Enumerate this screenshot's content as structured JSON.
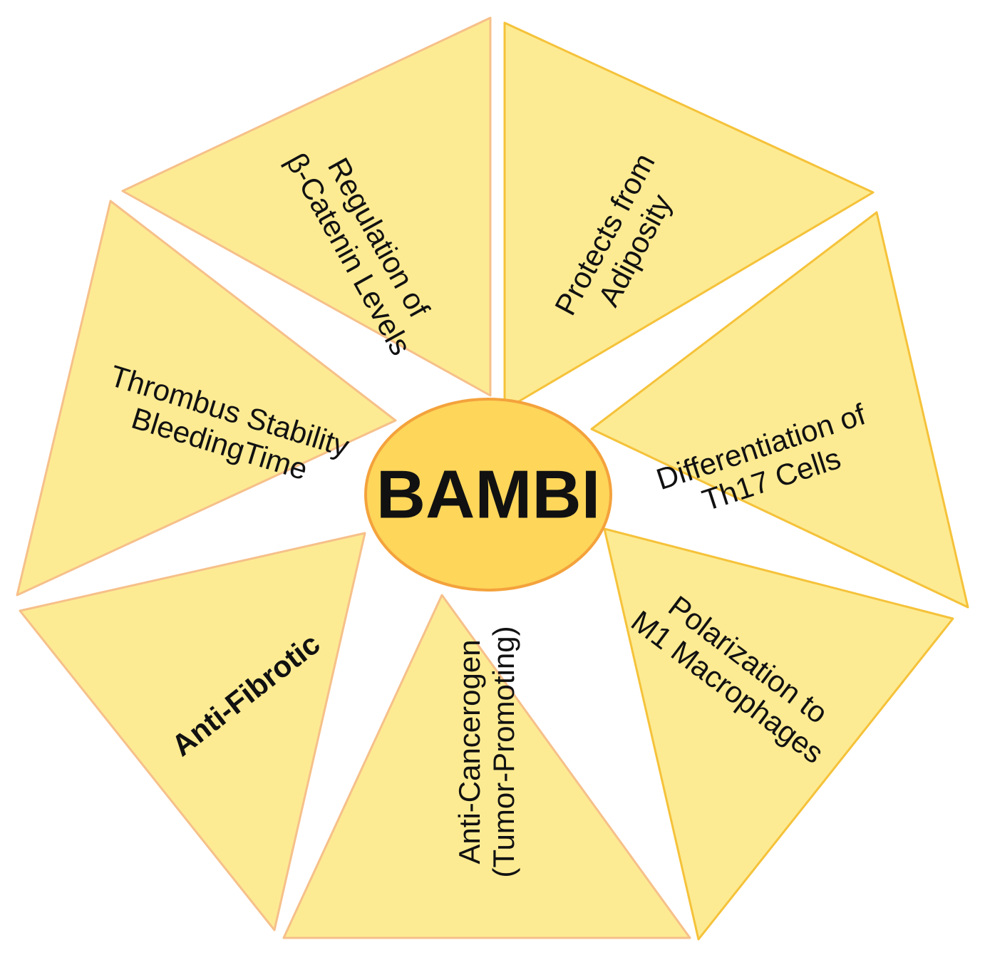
{
  "diagram": {
    "center": {
      "label": "BAMBI"
    },
    "colors": {
      "segment_fill": "#fdeb93",
      "segment_stroke_left": "#f6c08a",
      "segment_stroke_right": "#f5c23a",
      "center_fill": "#fdd65a",
      "center_stroke": "#f4a23c"
    },
    "segments": [
      {
        "id": "beta-catenin",
        "lines": [
          "Regulation of",
          "β-Catenin Levels"
        ],
        "bold": false
      },
      {
        "id": "adiposity",
        "lines": [
          "Protects from",
          "Adiposity"
        ],
        "bold": false
      },
      {
        "id": "th17",
        "lines": [
          "Differentiation of",
          "Th17 Cells"
        ],
        "bold": false
      },
      {
        "id": "m1",
        "lines": [
          "Polarization to",
          "M1 Macrophages"
        ],
        "bold": false
      },
      {
        "id": "anti-cancerogen",
        "lines": [
          "Anti-Cancerogen",
          "(Tumor-Promoting)"
        ],
        "bold": false
      },
      {
        "id": "anti-fibrotic",
        "lines": [
          "Anti-Fibrotic"
        ],
        "bold": true
      },
      {
        "id": "thrombus",
        "lines": [
          "Thrombus Stability",
          "BleedingTime"
        ],
        "bold": false
      }
    ]
  }
}
